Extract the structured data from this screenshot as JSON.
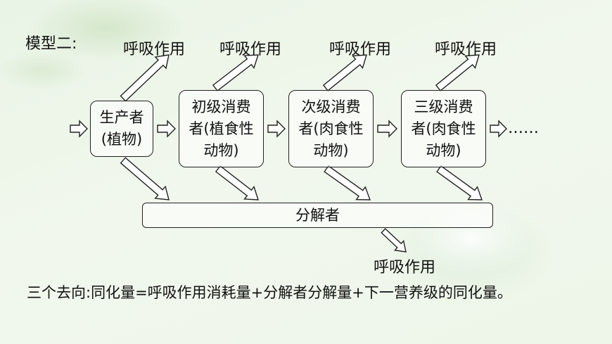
{
  "model_title": "模型二:",
  "respiration_labels": [
    "呼吸作用",
    "呼吸作用",
    "呼吸作用",
    "呼吸作用"
  ],
  "nodes": [
    {
      "label": "生产者\n(植物)"
    },
    {
      "label": "初级消费\n者(植食性\n动物)"
    },
    {
      "label": "次级消费\n者(肉食性\n动物)"
    },
    {
      "label": "三级消费\n者(肉食性\n动物)"
    }
  ],
  "continuation": "……",
  "decomposer": "分解者",
  "decomposer_respiration": "呼吸作用",
  "summary": "三个去向:同化量=呼吸作用消耗量+分解者分解量+下一营养级的同化量。"
}
